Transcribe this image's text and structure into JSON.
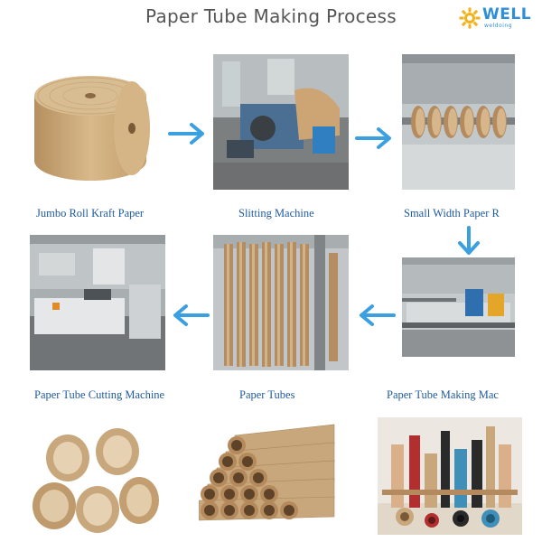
{
  "title": "Paper Tube Making Process",
  "logo": {
    "name": "WELL",
    "tagline": "weldoing",
    "icon": "gear-sun-icon",
    "color": "#2e8fd6"
  },
  "steps": [
    {
      "label": "Jumbo Roll Kraft Paper",
      "image": "kraft-paper-roll"
    },
    {
      "label": "Slitting Machine",
      "image": "slitting-machine"
    },
    {
      "label": "Small Width Paper R",
      "image": "small-width-paper-rolls"
    },
    {
      "label": "Paper Tube Making Mac",
      "image": "paper-tube-making-machine"
    },
    {
      "label": "Paper Tubes",
      "image": "paper-tubes-stack"
    },
    {
      "label": "Paper Tube Cutting Machine",
      "image": "paper-tube-cutting-machine"
    }
  ],
  "gallery": [
    {
      "image": "kraft-tubes-pyramid-small"
    },
    {
      "image": "kraft-tubes-pyramid-large"
    },
    {
      "image": "assorted-colored-tubes"
    }
  ],
  "arrows": [
    "arrow-right-icon",
    "arrow-right-icon",
    "arrow-down-icon",
    "arrow-left-icon",
    "arrow-left-icon"
  ],
  "colors": {
    "arrow": "#3b9fe0",
    "caption": "#1f5a9e",
    "kraft": "#c9a77c"
  }
}
